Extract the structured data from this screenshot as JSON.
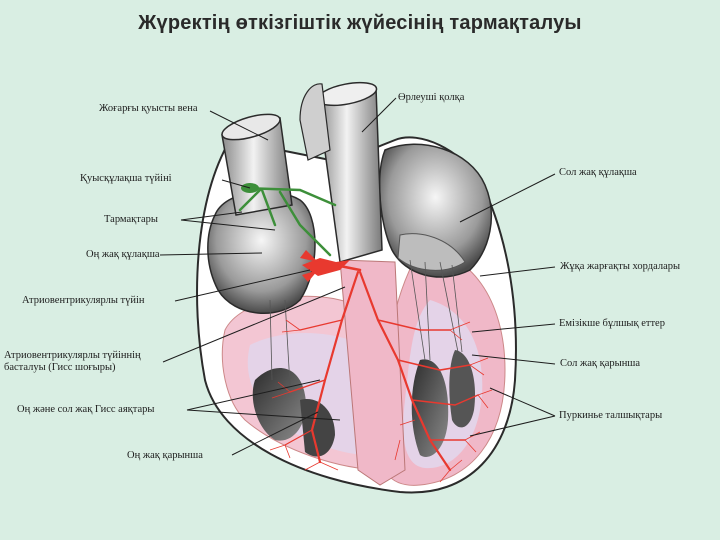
{
  "title": "Жүректің өткізгіштік жүйесінің тармақталуы",
  "labels": {
    "superior_vena_cava": "Жоғарғы қуысты вена",
    "aorta": "Өрлеуші қолқа",
    "sinoatrial_node": "Қуысқұлақша түйіні",
    "left_atrium": "Сол жақ құлақша",
    "branches": "Тармақтары",
    "right_atrium": "Оң жақ құлақша",
    "chordae": "Жұқа жарғақты хордалары",
    "av_node": "Атриовентрикулярлы түйін",
    "papillary": "Емізікше бұлшық еттер",
    "his_start": "Атриовентрикулярлы түйіннің басталуы (Гисс шоғыры)",
    "left_ventricle": "Сол жақ қарынша",
    "his_branches": "Оң және сол жақ Гисс аяқтары",
    "purkinje": "Пуркинье талшықтары",
    "right_ventricle": "Оң жақ қарынша"
  },
  "colors": {
    "background": "#d9eee3",
    "conduction": "#e8392f",
    "node_green": "#3d8f3a",
    "myocardium_pink": "#f0b8c8",
    "cavity_lilac": "#e4d3e8"
  }
}
